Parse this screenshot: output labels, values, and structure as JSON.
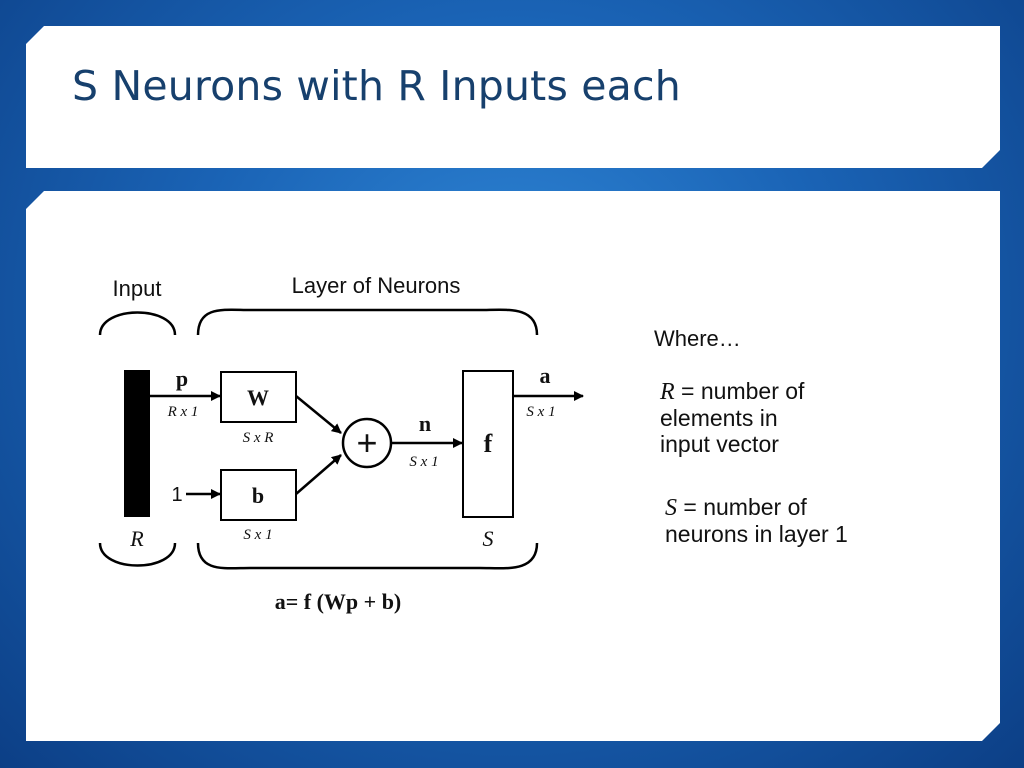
{
  "slide": {
    "title": "S Neurons with R Inputs each"
  },
  "diagram": {
    "input_label": "Input",
    "layer_label": "Layer of Neurons",
    "p_label": "p",
    "p_dim": "R x 1",
    "one_label": "1",
    "R_label": "R",
    "W_label": "W",
    "W_dim": "S x R",
    "b_label": "b",
    "b_dim": "S x 1",
    "sum_symbol": "+",
    "n_label": "n",
    "n_dim": "S x 1",
    "f_label": "f",
    "S_label": "S",
    "a_label": "a",
    "a_dim": "S x 1",
    "equation": "a= f (Wp + b)"
  },
  "legend": {
    "where": "Where…",
    "R_var": "R",
    "R_def_1": " = number of",
    "R_def_2": "elements in",
    "R_def_3": "input vector",
    "S_var": "S",
    "S_def_1": " = number of",
    "S_def_2": "neurons in layer 1"
  }
}
